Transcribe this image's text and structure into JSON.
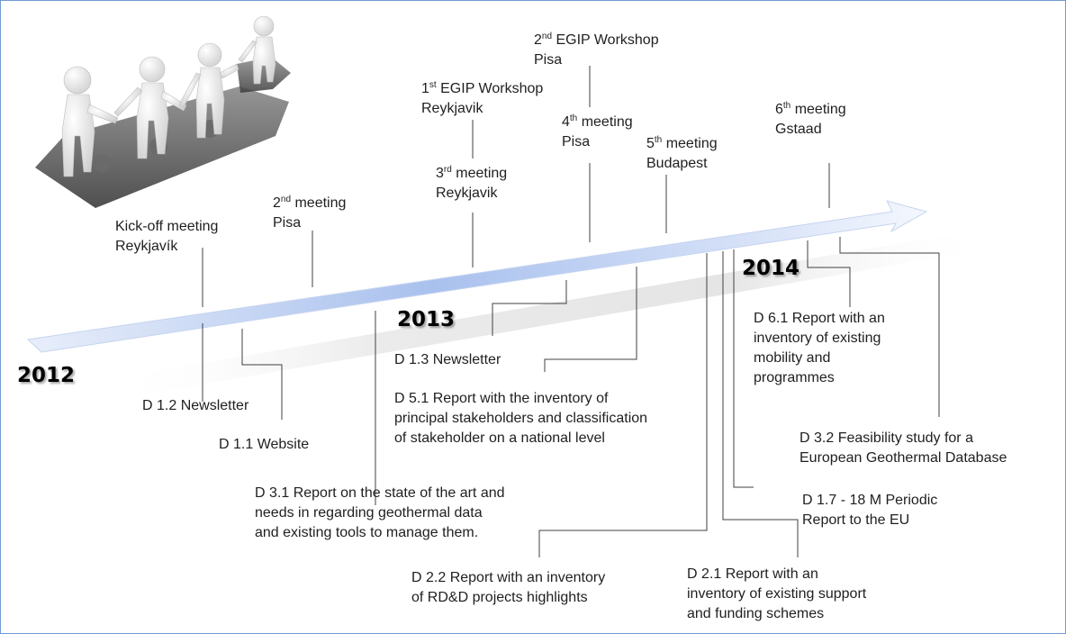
{
  "colors": {
    "frame": "#6f9bd1",
    "arrow_light": "#e8eefa",
    "arrow_mid": "#aec4ee",
    "leader_lines": "#404040"
  },
  "icons": {
    "illustration": "people-on-puzzle-pieces-illustration"
  },
  "years": [
    "2012",
    "2013",
    "2014"
  ],
  "events": {
    "kickoff": {
      "line1": "Kick-off meeting",
      "line2": "Reykjavík"
    },
    "m2": {
      "num": "2",
      "sup": "nd",
      "word": " meeting",
      "place": "Pisa"
    },
    "egip1": {
      "num": "1",
      "sup": "st",
      "word": " EGIP Workshop",
      "place": "Reykjavik"
    },
    "m3": {
      "num": "3",
      "sup": "rd",
      "word": " meeting",
      "place": "Reykjavik"
    },
    "egip2": {
      "num": "2",
      "sup": "nd",
      "word": " EGIP Workshop",
      "place": "Pisa"
    },
    "m4": {
      "num": "4",
      "sup": "th",
      "word": " meeting",
      "place": "Pisa"
    },
    "m5": {
      "num": "5",
      "sup": "th",
      "word": " meeting",
      "place": "Budapest"
    },
    "m6": {
      "num": "6",
      "sup": "th",
      "word": " meeting",
      "place": "Gstaad"
    }
  },
  "deliverables": {
    "d12": [
      "D 1.2 Newsletter"
    ],
    "d11": [
      "D 1.1 Website"
    ],
    "d31": [
      "D 3.1 Report on the state of the art and",
      "needs in regarding geothermal data",
      "and existing tools to manage them."
    ],
    "d13": [
      "D 1.3 Newsletter"
    ],
    "d51": [
      "D 5.1 Report with the inventory of",
      "principal stakeholders and classification",
      "of stakeholder on a national level"
    ],
    "d22": [
      "D 2.2 Report with an inventory",
      "of RD&D projects highlights"
    ],
    "d21": [
      "D 2.1 Report with an",
      "inventory of existing support",
      "and funding schemes"
    ],
    "d17": [
      "D 1.7 - 18 M Periodic",
      "Report to the EU"
    ],
    "d32": [
      "D 3.2 Feasibility study for a",
      "European Geothermal Database"
    ],
    "d61": [
      "D 6.1 Report with an",
      "inventory of existing",
      "mobility and",
      "programmes"
    ]
  }
}
